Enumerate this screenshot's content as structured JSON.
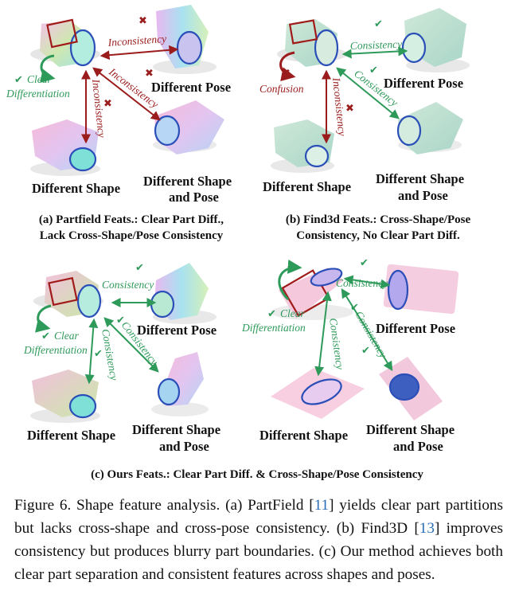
{
  "panels": {
    "a": {
      "caption_line1": "(a) Partfield Feats.: Clear Part Diff.,",
      "caption_line2": "Lack Cross-Shape/Pose Consistency",
      "label_pose": "Different Pose",
      "label_shape": "Different Shape",
      "label_shape_pose_1": "Different Shape",
      "label_shape_pose_2": "and Pose",
      "arrow_pose": "Inconsistency",
      "arrow_diag": "Inconsistency",
      "arrow_shape": "Inconsistency",
      "self_1": "Clear",
      "self_2": "Differentiation",
      "mark_ok": "✔",
      "mark_bad": "✖"
    },
    "b": {
      "caption_line1": "(b) Find3d Feats.: Cross-Shape/Pose",
      "caption_line2": "Consistency, No Clear Part Diff.",
      "label_pose": "Different Pose",
      "label_shape": "Different Shape",
      "label_shape_pose_1": "Different Shape",
      "label_shape_pose_2": "and Pose",
      "arrow_pose": "Consistency",
      "arrow_diag": "Consistency",
      "arrow_shape": "Inconsistency",
      "self": "Confusion",
      "mark_ok": "✔",
      "mark_bad": "✖"
    },
    "c": {
      "caption": "(c) Ours Feats.: Clear Part Diff. & Cross-Shape/Pose Consistency",
      "left": {
        "label_pose": "Different Pose",
        "label_shape": "Different Shape",
        "label_shape_pose_1": "Different Shape",
        "label_shape_pose_2": "and Pose",
        "arrow_pose": "Consistency",
        "arrow_diag": "Consistency",
        "arrow_shape": "Consistency",
        "self_1": "Clear",
        "self_2": "Differentiation"
      },
      "right": {
        "label_pose": "Different Pose",
        "label_shape": "Different Shape",
        "label_shape_pose_1": "Different Shape",
        "label_shape_pose_2": "and Pose",
        "arrow_pose": "Consistency",
        "arrow_diag": "Consistency",
        "arrow_shape": "Consistency",
        "self_1": "Clear",
        "self_2": "Differentiation"
      },
      "mark_ok": "✔"
    }
  },
  "figure_caption": {
    "prefix": "Figure 6. Shape feature analysis. (a) PartField [",
    "ref1": "11",
    "mid1": "] yields clear part partitions but lacks cross-shape and cross-pose consistency. (b) Find3D [",
    "ref2": "13",
    "rest": "] improves consistency but produces blurry part boundaries. (c) Our method achieves both clear part separation and consistent features across shapes and poses."
  },
  "colors": {
    "red": "#9b1c1c",
    "green": "#2e9a5a",
    "ring": "#2b4fb8",
    "ref": "#2a6db5"
  }
}
